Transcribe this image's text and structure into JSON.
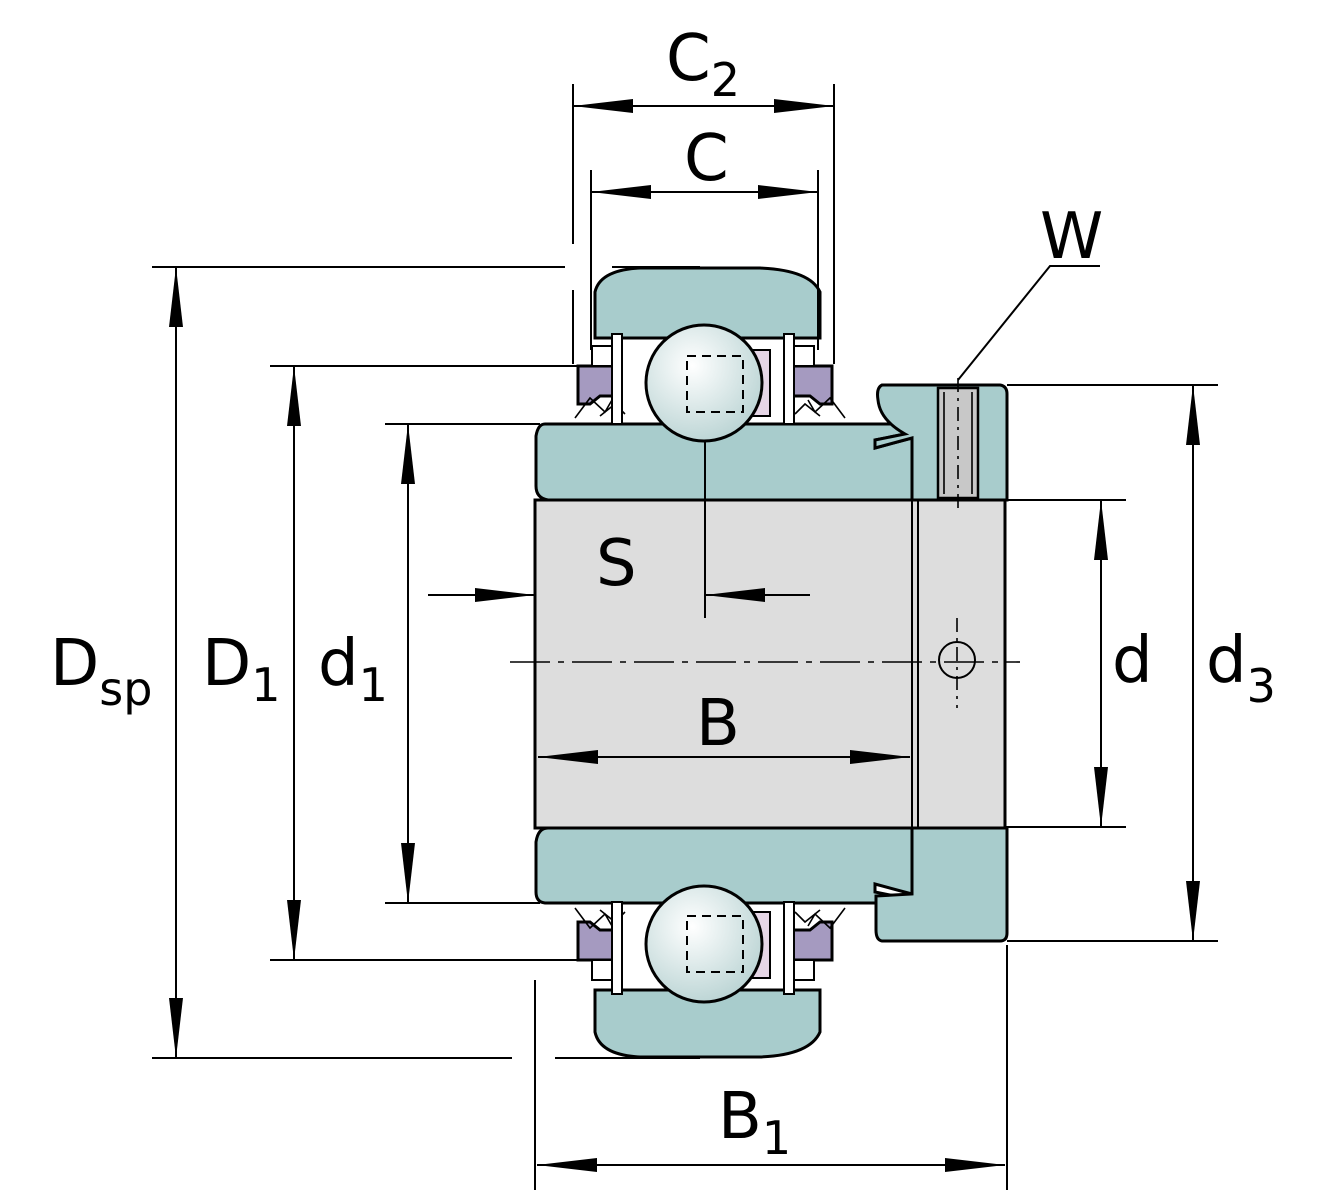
{
  "labels": {
    "c2": {
      "main": "C",
      "sub": "2"
    },
    "c": {
      "main": "C"
    },
    "w": {
      "main": "W"
    },
    "s": {
      "main": "S"
    },
    "b": {
      "main": "B"
    },
    "b1": {
      "main": "B",
      "sub": "1"
    },
    "dsp": {
      "main": "D",
      "sub": "sp"
    },
    "d1_outer": {
      "main": "D",
      "sub": "1"
    },
    "d1_inner": {
      "main": "d",
      "sub": "1"
    },
    "d": {
      "main": "d"
    },
    "d3": {
      "main": "d",
      "sub": "3"
    }
  },
  "colors": {
    "ring": "#a8cccc",
    "bore": "#dddddd",
    "seal": "#a59ac0",
    "ball": "#e6f0f0",
    "line": "#000000"
  }
}
